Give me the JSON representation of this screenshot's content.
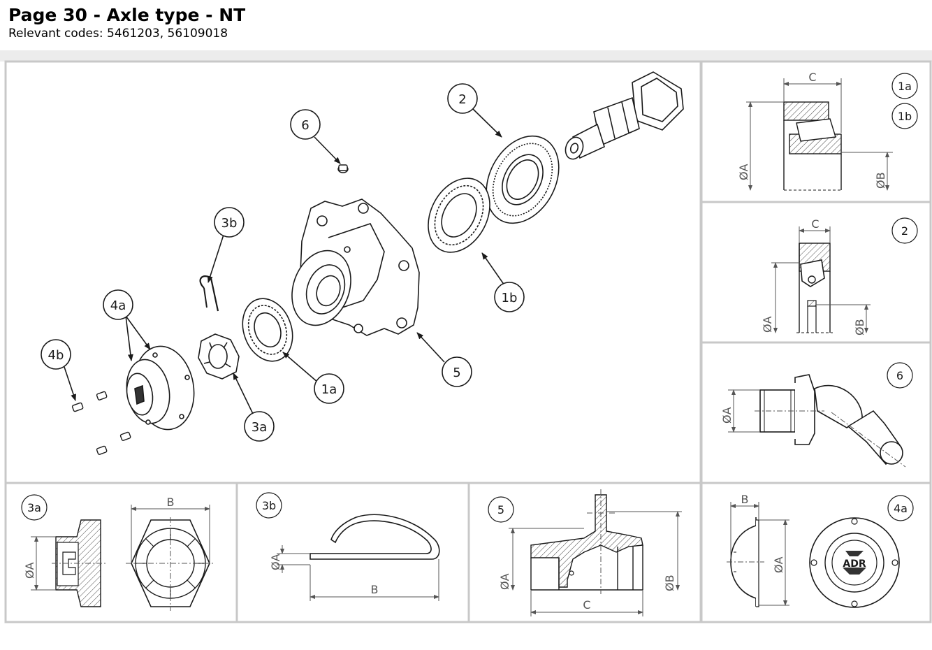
{
  "header": {
    "title": "Page 30 - Axle type - NT",
    "codes": "Relevant codes: 5461203, 56109018"
  },
  "callouts": {
    "c1a": "1a",
    "c1b": "1b",
    "c2": "2",
    "c3a": "3a",
    "c3b": "3b",
    "c4a": "4a",
    "c4b": "4b",
    "c5": "5",
    "c6": "6"
  },
  "panels": {
    "bearing": {
      "badge1": "1a",
      "badge2": "1b",
      "C": "C",
      "A": "ØA",
      "B": "ØB"
    },
    "seal": {
      "badge": "2",
      "C": "C",
      "A": "ØA",
      "B": "ØB"
    },
    "nipple": {
      "badge": "6",
      "A": "ØA"
    },
    "nut": {
      "badge": "3a",
      "A": "ØA",
      "B": "B"
    },
    "pin": {
      "badge": "3b",
      "A": "ØA",
      "B": "B"
    },
    "hub": {
      "badge": "5",
      "A": "ØA",
      "B": "ØB",
      "C": "C"
    },
    "cap": {
      "badge": "4a",
      "A": "ØA",
      "B": "B",
      "logo": "ADR"
    }
  },
  "colors": {
    "frame": "#c8c8c8",
    "band": "#ececec",
    "ink": "#1a1a1a",
    "dim": "#555555"
  }
}
